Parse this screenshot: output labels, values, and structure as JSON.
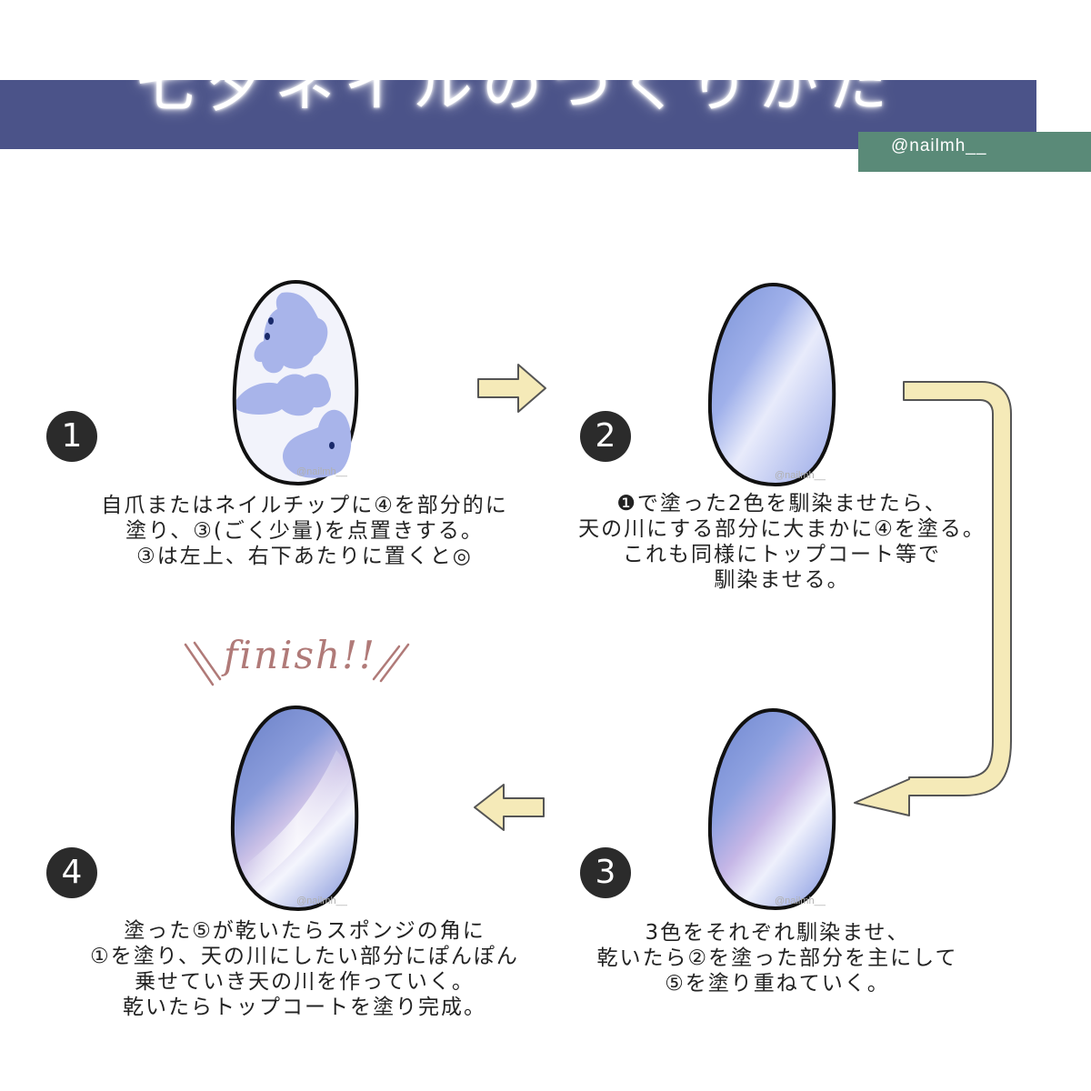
{
  "header": {
    "title": "七夕ネイルのつくりかた",
    "handle": "@nailmh__"
  },
  "colors": {
    "banner": "#4b5389",
    "handle_badge": "#5a8a78",
    "arrow_fill": "#f5eab8",
    "finish_text": "#b07a78"
  },
  "steps": [
    {
      "number": "1",
      "lines": [
        "自爪またはネイルチップに④を部分的に",
        "塗り、③(ごく少量)を点置きする。",
        "③は左上、右下あたりに置くと◎"
      ],
      "watermark": "@nailmh__"
    },
    {
      "number": "2",
      "lines": [
        "❶で塗った2色を馴染ませたら、",
        "天の川にする部分に大まかに④を塗る。",
        "これも同様にトップコート等で",
        "馴染ませる。"
      ],
      "watermark": "@nailmh__"
    },
    {
      "number": "3",
      "lines": [
        "3色をそれぞれ馴染ませ、",
        "乾いたら②を塗った部分を主にして",
        "⑤を塗り重ねていく。"
      ],
      "watermark": "@nailmh__"
    },
    {
      "number": "4",
      "lines": [
        "塗った⑤が乾いたらスポンジの角に",
        "①を塗り、天の川にしたい部分にぽんぽん",
        "乗せていき天の川を作っていく。",
        "乾いたらトップコートを塗り完成。"
      ],
      "watermark": "@nailmh__"
    }
  ],
  "finish": {
    "label": "finish!!"
  },
  "icons": {
    "arrow_1_to_2": "right-arrow-icon",
    "arrow_2_to_3": "curved-arrow-icon",
    "arrow_3_to_4": "left-arrow-icon"
  }
}
